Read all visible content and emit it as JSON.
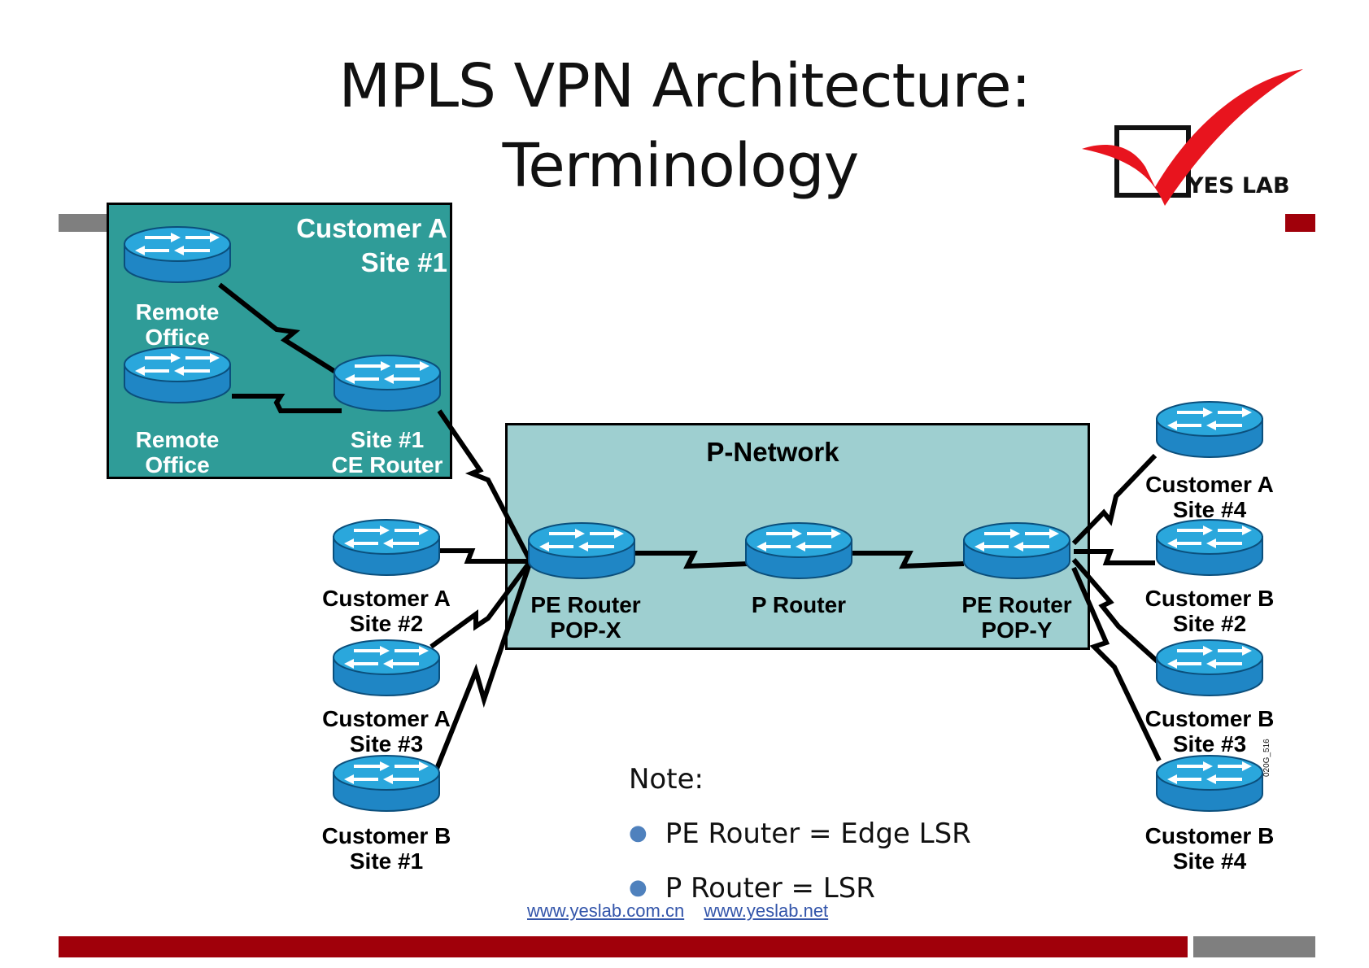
{
  "title": {
    "line1": "MPLS VPN Architecture:",
    "line2": "Terminology"
  },
  "logo": {
    "text": "YES LAB",
    "colors": {
      "check": "#e8141e",
      "box": "#111111"
    }
  },
  "customer_a_box": {
    "title_line1": "Customer A",
    "title_line2": "Site #1",
    "remote1": [
      "Remote",
      "Office"
    ],
    "remote2": [
      "Remote",
      "Office"
    ],
    "ce": [
      "Site #1",
      "CE Router"
    ]
  },
  "p_network": {
    "title": "P-Network",
    "pe_x": [
      "PE Router",
      "POP-X"
    ],
    "p": [
      "P Router"
    ],
    "pe_y": [
      "PE Router",
      "POP-Y"
    ]
  },
  "left_sites": [
    [
      "Customer A",
      "Site #2"
    ],
    [
      "Customer A",
      "Site #3"
    ],
    [
      "Customer B",
      "Site #1"
    ]
  ],
  "right_sites": [
    [
      "Customer A",
      "Site #4"
    ],
    [
      "Customer B",
      "Site #2"
    ],
    [
      "Customer B",
      "Site #3"
    ],
    [
      "Customer B",
      "Site #4"
    ]
  ],
  "note": {
    "heading": "Note:",
    "items": [
      "PE Router = Edge LSR",
      "P Router = LSR"
    ]
  },
  "footer_links": [
    "www.yeslab.com.cn",
    "www.yeslab.net"
  ],
  "figure_code": "020G_516",
  "colors": {
    "customer_box": "#2f9c98",
    "p_network": "#9ecfd0",
    "router_top": "#2aa7dc",
    "router_body": "#1f86c5",
    "accent_red": "#a0000a",
    "accent_gray": "#7f7f7f",
    "bullet": "#4f81bd"
  },
  "icons": [
    "router-icon",
    "serial-link-icon",
    "checkmark-logo-icon"
  ]
}
